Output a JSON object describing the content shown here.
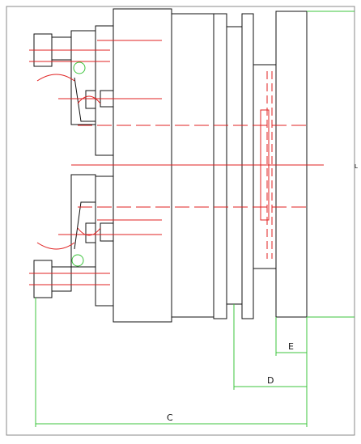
{
  "drawing": {
    "dimensions": {
      "c_label": "C",
      "d_label": "D",
      "e_label": "E",
      "l_label": "L"
    },
    "colors": {
      "outline": "#111111",
      "centerline": "#e02020",
      "dimension": "#3cc43c",
      "frame": "#8a8a8a"
    }
  }
}
